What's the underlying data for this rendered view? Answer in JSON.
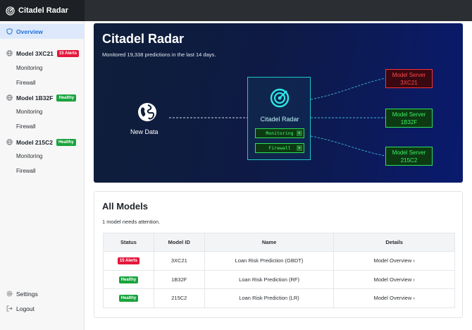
{
  "app": {
    "name": "Citadel Radar"
  },
  "sidebar": {
    "overview": "Overview",
    "models": [
      {
        "name": "Model 3XC21",
        "badge": "15 Alerts",
        "badge_color": "#e5173b",
        "subs": [
          "Monitoring",
          "Firewall"
        ]
      },
      {
        "name": "Model 1B32F",
        "badge": "Healthy",
        "badge_color": "#19a33d",
        "subs": [
          "Monitoring",
          "Firewall"
        ]
      },
      {
        "name": "Model 215C2",
        "badge": "Healthy",
        "badge_color": "#19a33d",
        "subs": [
          "Monitoring",
          "Firewall"
        ]
      }
    ],
    "settings": "Settings",
    "logout": "Logout"
  },
  "hero": {
    "title": "Citadel Radar",
    "subtitle": "Monitored 19,338 predictions in the last 14 days.",
    "source_label": "New Data",
    "hub_label": "Citadel Radar",
    "hub_buttons": [
      "Monitoring",
      "Firewall"
    ],
    "servers": [
      {
        "line1": "Model Server",
        "line2": "3XC21",
        "status": "alert",
        "color": "#ff3030"
      },
      {
        "line1": "Model Server",
        "line2": "1B32F",
        "status": "healthy",
        "color": "#2ee05a"
      },
      {
        "line1": "Model Server",
        "line2": "215C2",
        "status": "healthy",
        "color": "#2ee05a"
      }
    ]
  },
  "models_card": {
    "title": "All Models",
    "subtitle": "1 model needs attention.",
    "columns": [
      "Status",
      "Model ID",
      "Name",
      "Details"
    ],
    "rows": [
      {
        "status": "15 Alerts",
        "status_color": "#e5173b",
        "id": "3XC21",
        "name": "Loan Risk Prediction (GBDT)",
        "details": "Model Overview"
      },
      {
        "status": "Healthy",
        "status_color": "#19a33d",
        "id": "1B32F",
        "name": "Loan Risk Prediction (RF)",
        "details": "Model Overview"
      },
      {
        "status": "Healthy",
        "status_color": "#19a33d",
        "id": "215C2",
        "name": "Loan Risk Prediction (LR)",
        "details": "Model Overview"
      }
    ]
  }
}
